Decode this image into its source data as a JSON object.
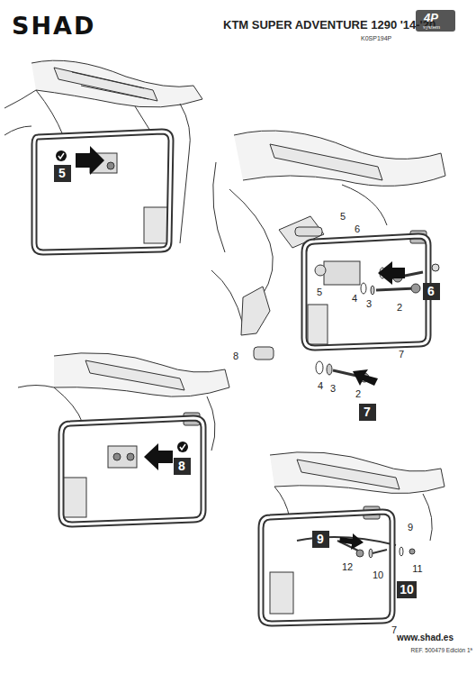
{
  "diagram": {
    "title": "KTM SUPER ADVENTURE 1290 '14-'20",
    "nodes": [
      {
        "text": [
          "5"
        ]
      },
      {
        "text": [
          "6"
        ]
      },
      {
        "text": [
          "7"
        ]
      },
      {
        "text": [
          "8"
        ]
      },
      {
        "text": [
          "9"
        ]
      },
      {
        "text": [
          "10"
        ]
      }
    ],
    "labels": [
      "SHAD",
      "K0SP194P",
      "4P",
      "system",
      "5",
      "6",
      "5",
      "4",
      "3",
      "2",
      "7",
      "8",
      "4",
      "3",
      "2",
      "9",
      "12",
      "10",
      "11",
      "7",
      "www.shad.es",
      "REF. 500479 Edición 1ª"
    ]
  }
}
